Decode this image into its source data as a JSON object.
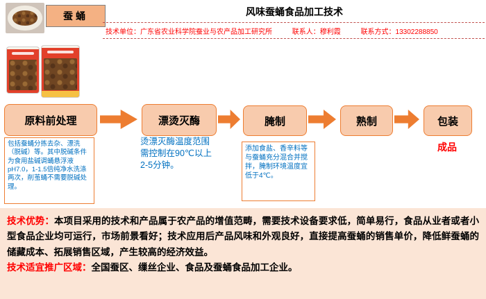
{
  "header": {
    "product_label": "蚕蛹",
    "title": "风味蚕蛹食品加工技术",
    "info": {
      "unit": "技术单位：广东省农业科学院蚕业与农产品加工研究所",
      "contact": "联系人：穆利霞",
      "phone": "联系方式：13302288850"
    }
  },
  "flow": {
    "steps": [
      {
        "label": "原料前处理"
      },
      {
        "label": "漂烫灭酶"
      },
      {
        "label": "腌制"
      },
      {
        "label": "熟制"
      },
      {
        "label": "包装"
      }
    ],
    "notes": {
      "pretreatment": "包括蚕蛹分拣去杂、漂洗（脱碱）等。其中脱碱条件为食用盐碱调蛹悬浮液pH7.0，1-1.5倍纯净水洗涤两次，削茧蛹不需要脱碱处理。",
      "blanching": "烫漂灭酶温度范围需控制在90℃以上2-5分钟。",
      "marinating": "添加食盐、香辛料等与蚕蛹充分混合并搅拌，腌制环境温度宜低于4℃。"
    },
    "result_label": "成品"
  },
  "footer": {
    "advantage_label": "技术优势：",
    "advantage_text": "本项目采用的技术和产品属于农产品的增值范畴，需要技术设备要求低，简单易行，食品从业者或者小型食品企业均可运行，市场前景看好；技术应用后产品风味和外观良好，直接提高蚕蛹的销售单价，降低鲜蚕蛹的储藏成本、拓展销售区域，产生较高的经济效益。",
    "region_label": "技术适宜推广区域：",
    "region_text": "全国蚕区、缫丝企业、食品及蚕蛹食品加工企业。"
  },
  "colors": {
    "accent_orange": "#ED7D31",
    "box_fill": "#F8CBAD",
    "footer_bg": "#FBE5D6",
    "highlight_red": "#FF0000",
    "note_blue": "#0070C0"
  }
}
